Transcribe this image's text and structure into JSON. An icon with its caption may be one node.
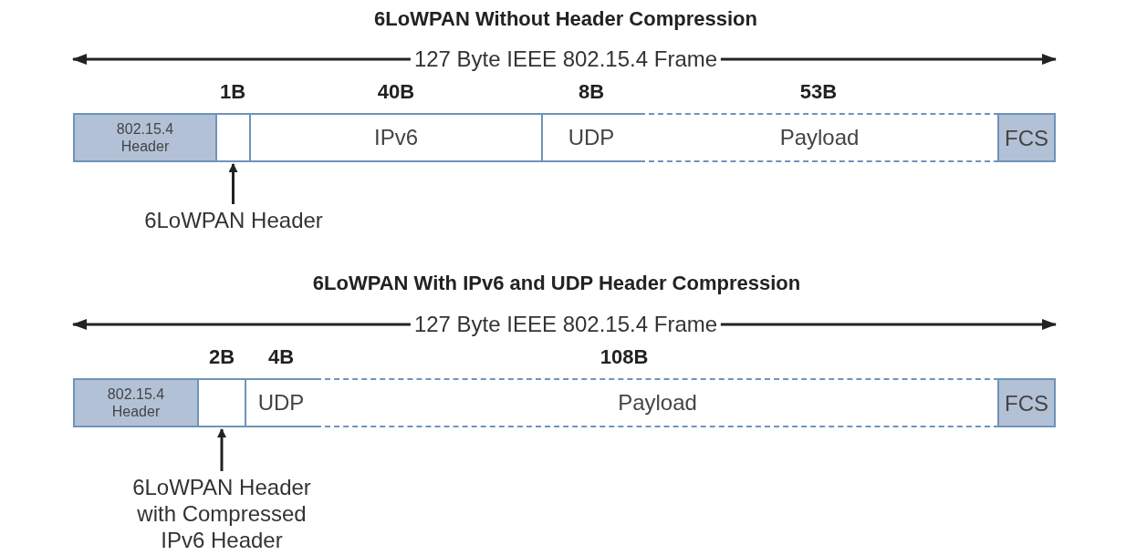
{
  "diagram": {
    "nodes": [
      {
        "text": [
          "802.15.4 Header"
        ]
      },
      {
        "text": [],
        "shape": "box"
      },
      {
        "text": [
          "IPv6"
        ]
      },
      {
        "text": [
          "UDP"
        ]
      },
      {
        "text": [
          "Payload"
        ]
      },
      {
        "text": [
          "FCS"
        ]
      },
      {
        "text": [
          "6LoWPAN Header"
        ]
      },
      {
        "text": [
          "802.15.4 Header"
        ]
      },
      {
        "text": [],
        "shape": "box"
      },
      {
        "text": [
          "UDP"
        ]
      },
      {
        "text": [
          "Payload"
        ]
      },
      {
        "text": [
          "FCS"
        ]
      },
      {
        "text": [
          "6LoWPAN Header with Compressed IPv6 Header"
        ]
      }
    ],
    "edges": [
      {
        "from": 6,
        "to": 1,
        "arrow": "to"
      },
      {
        "from": 12,
        "to": 8,
        "arrow": "to"
      }
    ],
    "labels": [
      "6LoWPAN Without Header Compression",
      "127 Byte IEEE 802.15.4 Frame",
      "1B",
      "40B",
      "8B",
      "53B",
      "6LoWPAN With IPv6 and UDP Header Compression",
      "127 Byte IEEE 802.15.4 Frame",
      "2B",
      "4B",
      "108B"
    ]
  }
}
